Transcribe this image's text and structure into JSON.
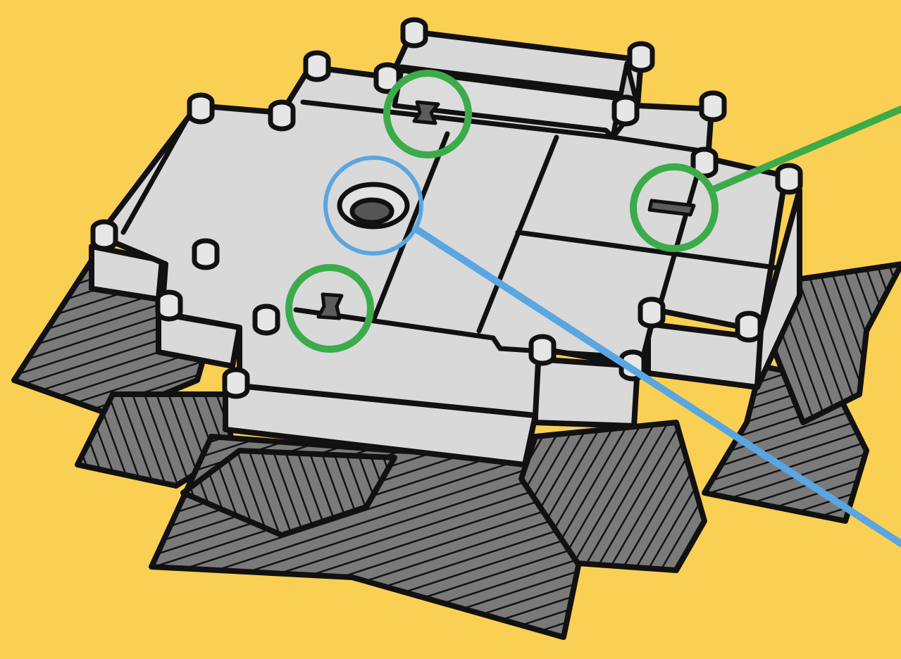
{
  "illustration": {
    "subject": "castle-roof-top-view",
    "colors": {
      "background": "#FAD054",
      "roof_light": "#D9D9D9",
      "roof_dark": "#7A7A7A",
      "outline": "#111111",
      "post_light": "#E6E6E6",
      "slot_fill": "#5C5C5C",
      "hole_fill": "#555555"
    }
  },
  "callouts": {
    "slot_markers": {
      "color": "#3CAB4A",
      "count": 3
    },
    "hole_marker": {
      "color": "#5AA6E0",
      "count": 1
    }
  }
}
